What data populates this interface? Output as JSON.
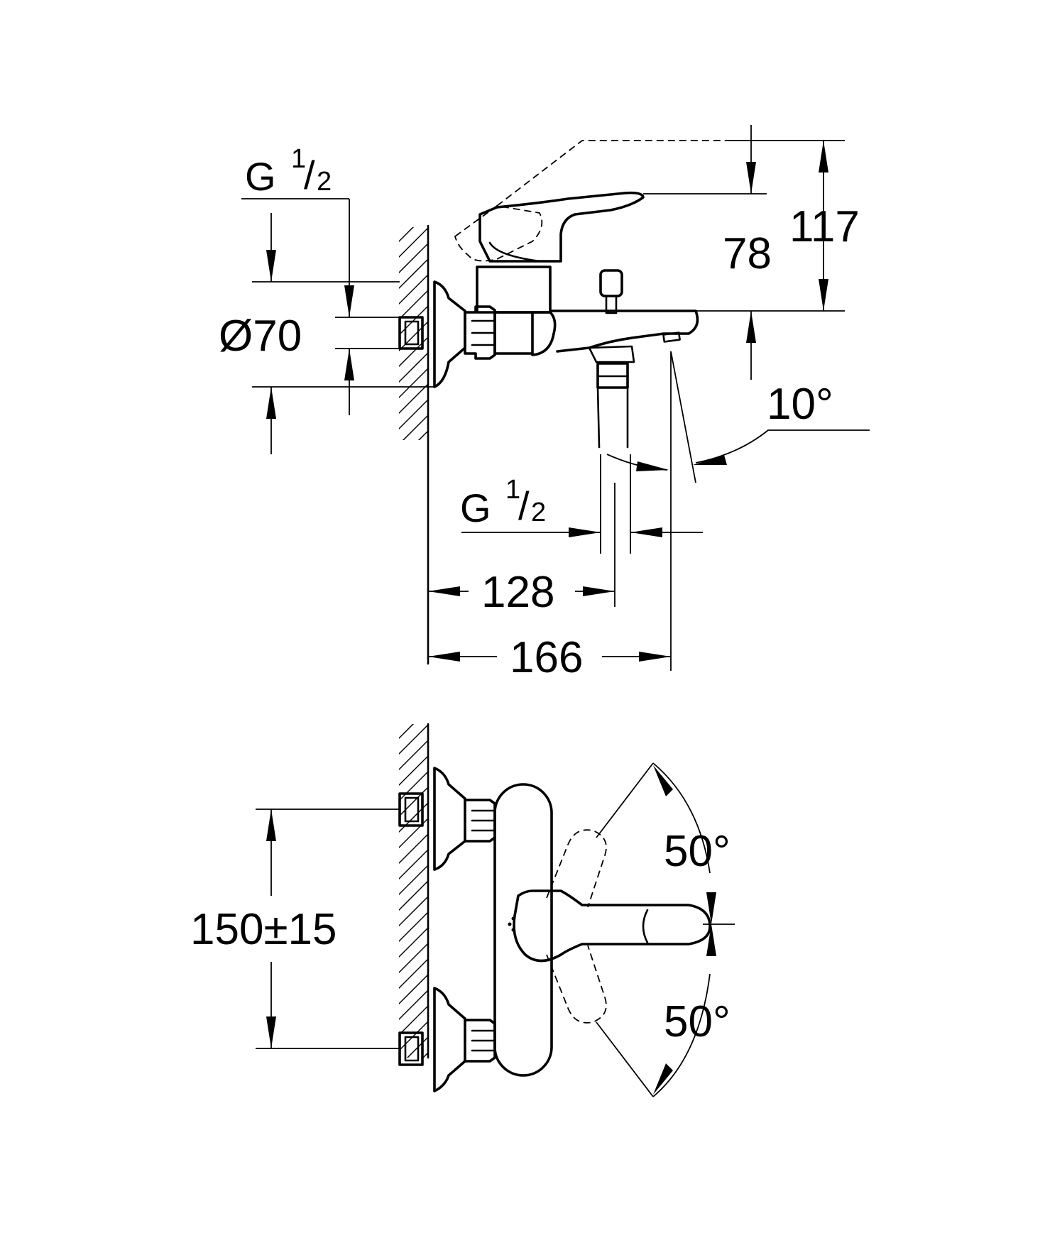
{
  "side_view": {
    "thread_top": {
      "g": "G",
      "num": "1",
      "slash": "/",
      "den": "2"
    },
    "diameter": "Ø70",
    "dim_78": "78",
    "dim_117": "117",
    "angle_10": "10°",
    "thread_bottom": {
      "g": "G",
      "num": "1",
      "slash": "/",
      "den": "2"
    },
    "dim_128": "128",
    "dim_166": "166"
  },
  "front_view": {
    "center_distance": "150±15",
    "angle_up": "50°",
    "angle_down": "50°"
  }
}
